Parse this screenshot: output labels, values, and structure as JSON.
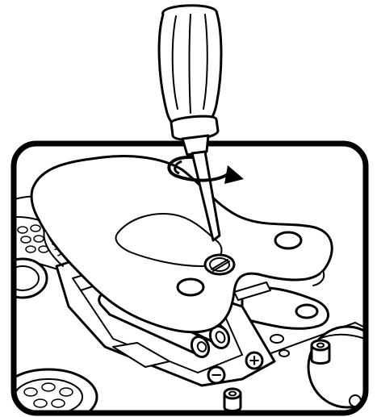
{
  "figure": {
    "type": "instruction-illustration",
    "subject": "battery-compartment-screw-removal",
    "steps_shown": 1
  },
  "callout_frame": {
    "shape": "rounded-rectangle",
    "border_color": "#000000"
  },
  "screwdriver": {
    "handle_grooves": 3,
    "rotation_arrow": "counter-clockwise-loop"
  },
  "battery_compartment": {
    "battery_count": 2,
    "cover": "open-lifted"
  },
  "polarity_marks": {
    "negative": "−",
    "positive": "+"
  },
  "colors": {
    "line": "#000000",
    "fill": "#ffffff"
  }
}
